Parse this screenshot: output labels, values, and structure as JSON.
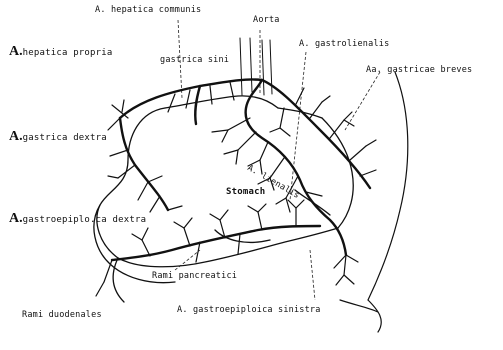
{
  "labels": {
    "hepatica_communis": "A. hepatica communis",
    "aorta": "Aorta",
    "hepatica_propria_prefix": "A.",
    "hepatica_propria": "hepatica propria",
    "gastrica_sinistra": "gastrica sini",
    "gastrolienalis": "A. gastrolienalis",
    "gastricae_breves": "Aa. gastricae breves",
    "gastrica_dextra_prefix": "A.",
    "gastrica_dextra": "gastrica dextra",
    "lienalis": "A. lienalis",
    "stomach": "Stomach",
    "gastroepiploica_dextra_prefix": "A.",
    "gastroepiploica_dextra": "gastroepiplo.ca dextra",
    "rami_pancreatici": "Rami pancreatici",
    "rami_duodenales": "Rami duodenales",
    "gastroepiploica_sinistra": "A. gastroepiploica sinistra"
  }
}
